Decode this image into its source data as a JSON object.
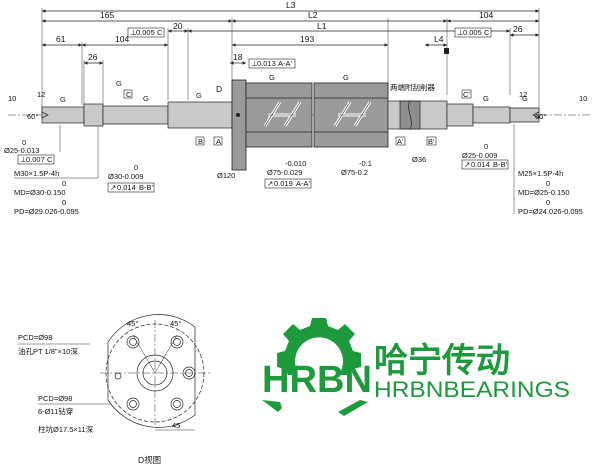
{
  "dims": {
    "L3": "L3",
    "L2": "L2",
    "L1": "L1",
    "d165": "165",
    "d104r": "104",
    "d61": "61",
    "d104l": "104",
    "d20": "20",
    "d193": "193",
    "d26l": "26",
    "d26r": "26",
    "d18": "18",
    "d10l": "10",
    "d12l": "12",
    "d10r": "10",
    "d12r": "12",
    "L4": "L4"
  },
  "tolerances": {
    "runout_left": "0.005",
    "runout_left_datum": "C",
    "runout_right": "0.005",
    "runout_right_datum": "C",
    "flange_tol": "0.013",
    "flange_datum": "A-A'",
    "left_journal_tol": "0.014",
    "left_journal_datum": "B-B'",
    "nut_tol": "0.019",
    "nut_datum": "A-A'",
    "right_journal_tol": "0.014",
    "right_journal_datum": "B-B'",
    "left_end_tol": "0.007",
    "left_end_datum": "C"
  },
  "labels": {
    "left_end_dia": "Ø25-0.013",
    "left_end_zero": "0",
    "left_thread": "M30×1.5P-4h",
    "left_md_zero": "0",
    "left_md": "MD=Ø30-0.150",
    "left_pd_zero": "0",
    "left_pd": "PD=Ø29.026-0.095",
    "left_journal_zero": "0",
    "left_journal": "Ø30-0.009",
    "flange_dia": "Ø120",
    "nut_dia_top": "-0.010",
    "nut_dia": "Ø75-0.029",
    "nut_dia2_top": "-0.1",
    "nut_dia2": "Ø75-0.2",
    "shaft_dia": "Ø36",
    "right_journal_zero": "0",
    "right_journal": "Ø25-0.009",
    "right_thread": "M25×1.5P-4h",
    "right_md_zero": "0",
    "right_md": "MD=Ø25-0.150",
    "right_pd_zero": "0",
    "right_pd": "PD=Ø24.026-0.095",
    "wiper_note": "两端附刮削器",
    "D": "D",
    "A": "A",
    "A2": "A'",
    "B": "B",
    "B2": "B'",
    "C": "C",
    "C2": "C'",
    "G": "G",
    "angle_l": "60°",
    "angle_r": "60°"
  },
  "dview": {
    "pcd1": "PCD=Ø98",
    "oil_hole": "油孔PT 1/8\"×10深",
    "pcd2": "PCD=Ø98",
    "bolt_holes": "6-Ø11钻穿",
    "counterbore": "柱坑Ø17.5×11深",
    "angle1": "45°",
    "angle2": "45°",
    "dim45": "45",
    "caption": "D视图"
  },
  "logo": {
    "mark": "HRBN",
    "name_cn": "哈宁传动",
    "name_en": "HRBNBEARINGS",
    "color": "#1c9a3c"
  }
}
